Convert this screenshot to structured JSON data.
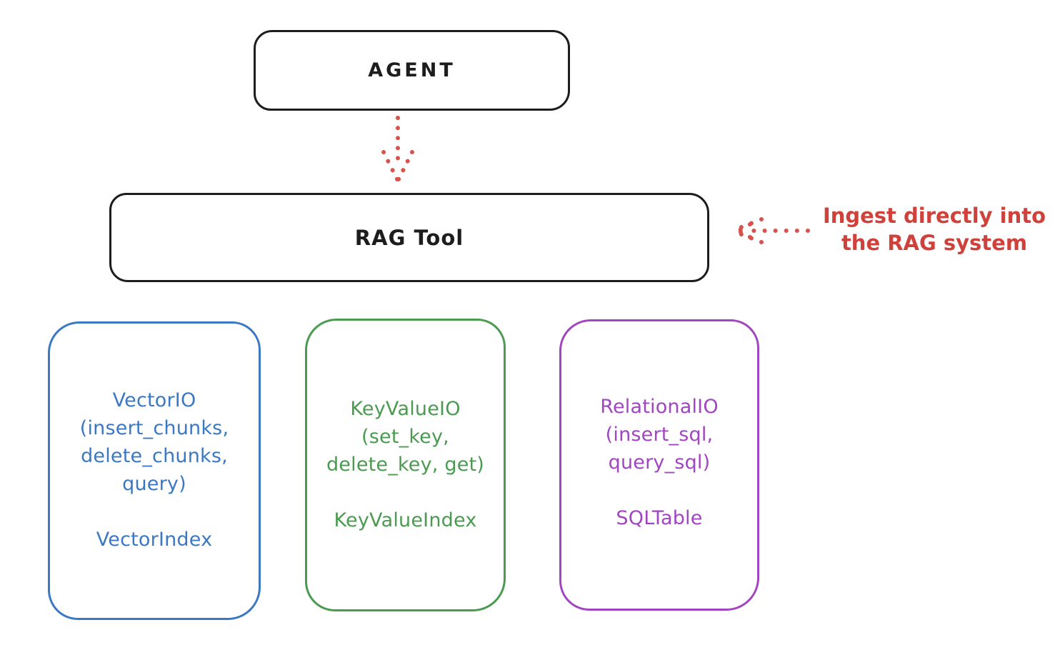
{
  "colors": {
    "ink": "#1d1d1d",
    "red_arrow": "#d8534d",
    "red_text": "#cf423c",
    "vector_blue": "#3b78c4",
    "keyvalue_green": "#4a9b50",
    "relational_purple": "#a145c2"
  },
  "agent_box": {
    "label": "AGENT"
  },
  "rag_tool_box": {
    "label": "RAG Tool"
  },
  "annotation": {
    "text": "Ingest directly into\nthe RAG system"
  },
  "io_cards": [
    {
      "id": "vector-io",
      "title": "VectorIO\n(insert_chunks,\ndelete_chunks,\nquery)",
      "index_label": "VectorIndex",
      "color": "#3b78c4"
    },
    {
      "id": "keyvalue-io",
      "title": "KeyValueIO\n(set_key,\ndelete_key, get)",
      "index_label": "KeyValueIndex",
      "color": "#4a9b50"
    },
    {
      "id": "relational-io",
      "title": "RelationalIO\n(insert_sql,\nquery_sql)",
      "index_label": "SQLTable",
      "color": "#a145c2"
    }
  ]
}
